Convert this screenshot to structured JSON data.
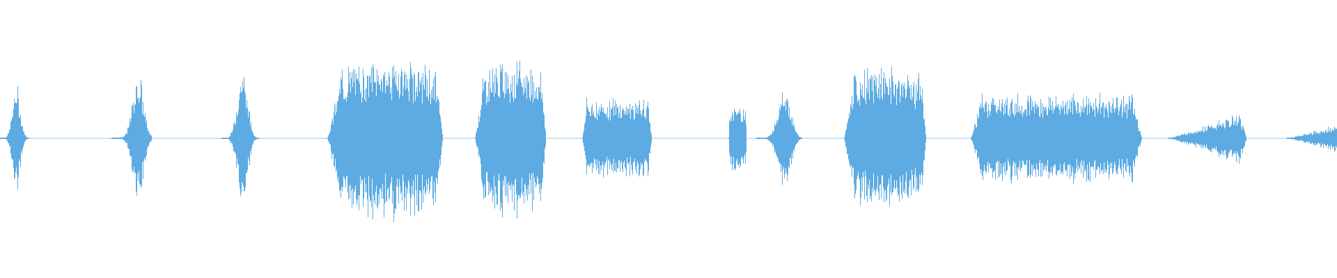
{
  "waveform": {
    "color": "#5dabe2",
    "segments": [
      {
        "amplitude": 0.55,
        "shape": "spike"
      },
      {
        "amplitude": 0.7,
        "shape": "spike"
      },
      {
        "amplitude": 0.75,
        "shape": "spike"
      },
      {
        "amplitude": 0.82,
        "shape": "plateau"
      },
      {
        "amplitude": 0.8,
        "shape": "plateau"
      },
      {
        "amplitude": 0.4,
        "shape": "flat"
      },
      {
        "amplitude": 0.35,
        "shape": "flat"
      },
      {
        "amplitude": 0.58,
        "shape": "spike"
      },
      {
        "amplitude": 0.74,
        "shape": "plateau"
      },
      {
        "amplitude": 0.45,
        "shape": "flat"
      },
      {
        "amplitude": 0.25,
        "shape": "taper"
      },
      {
        "amplitude": 0.14,
        "shape": "taper-right"
      }
    ]
  }
}
